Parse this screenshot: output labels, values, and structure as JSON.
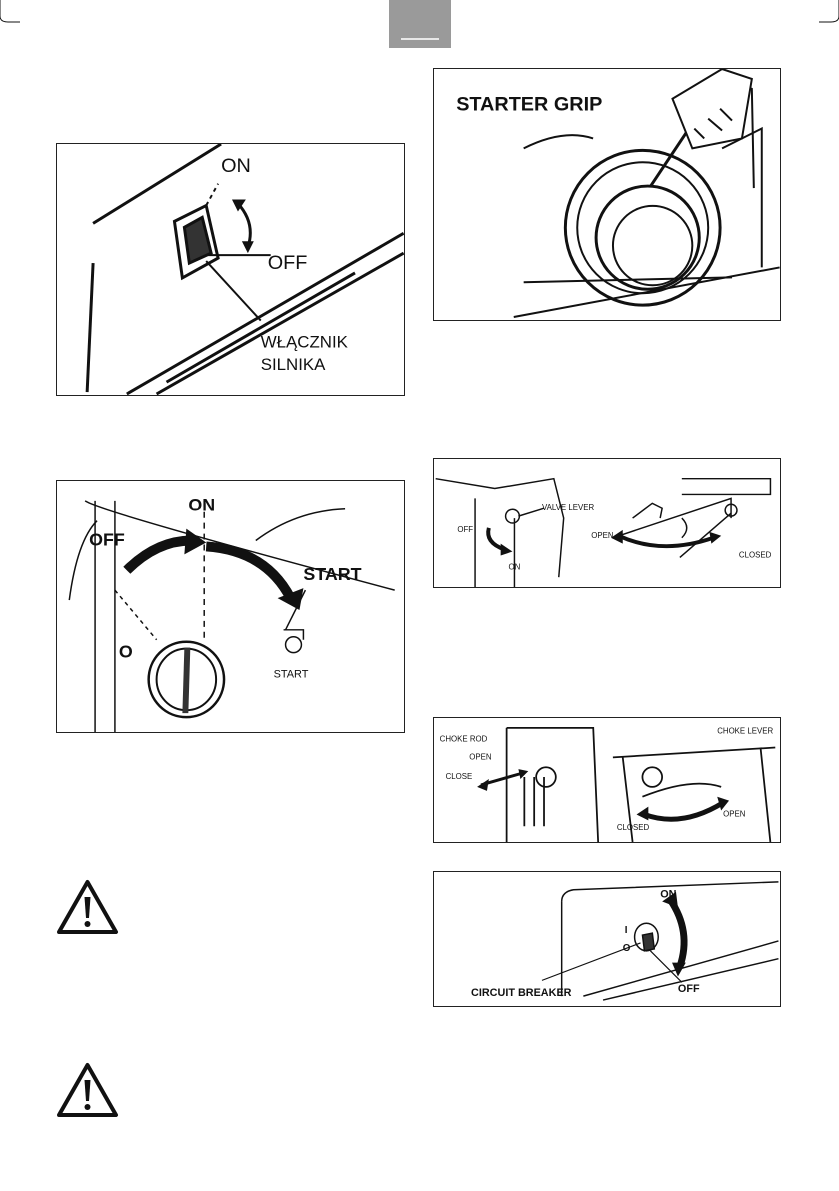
{
  "engine_switch": {
    "on": "ON",
    "off": "OFF",
    "label_line1": "WŁĄCZNIK",
    "label_line2": "SILNIKA"
  },
  "key_switch": {
    "off": "OFF",
    "on": "ON",
    "start": "START",
    "o_mark": "O",
    "start_small": "START"
  },
  "starter": {
    "label": "STARTER GRIP"
  },
  "fuel_valve": {
    "valve_lever": "VALVE LEVER",
    "off": "OFF",
    "on": "ON",
    "open": "OPEN",
    "closed": "CLOSED"
  },
  "choke": {
    "choke_rod": "CHOKE ROD",
    "open_left": "OPEN",
    "close": "CLOSE",
    "choke_lever": "CHOKE LEVER",
    "closed": "CLOSED",
    "open_right": "OPEN"
  },
  "breaker": {
    "on": "ON",
    "off": "OFF",
    "mark_on": "I",
    "mark_off": "O",
    "label": "CIRCUIT BREAKER"
  },
  "icons": [
    "warning-triangle-icon",
    "warning-triangle-icon"
  ]
}
